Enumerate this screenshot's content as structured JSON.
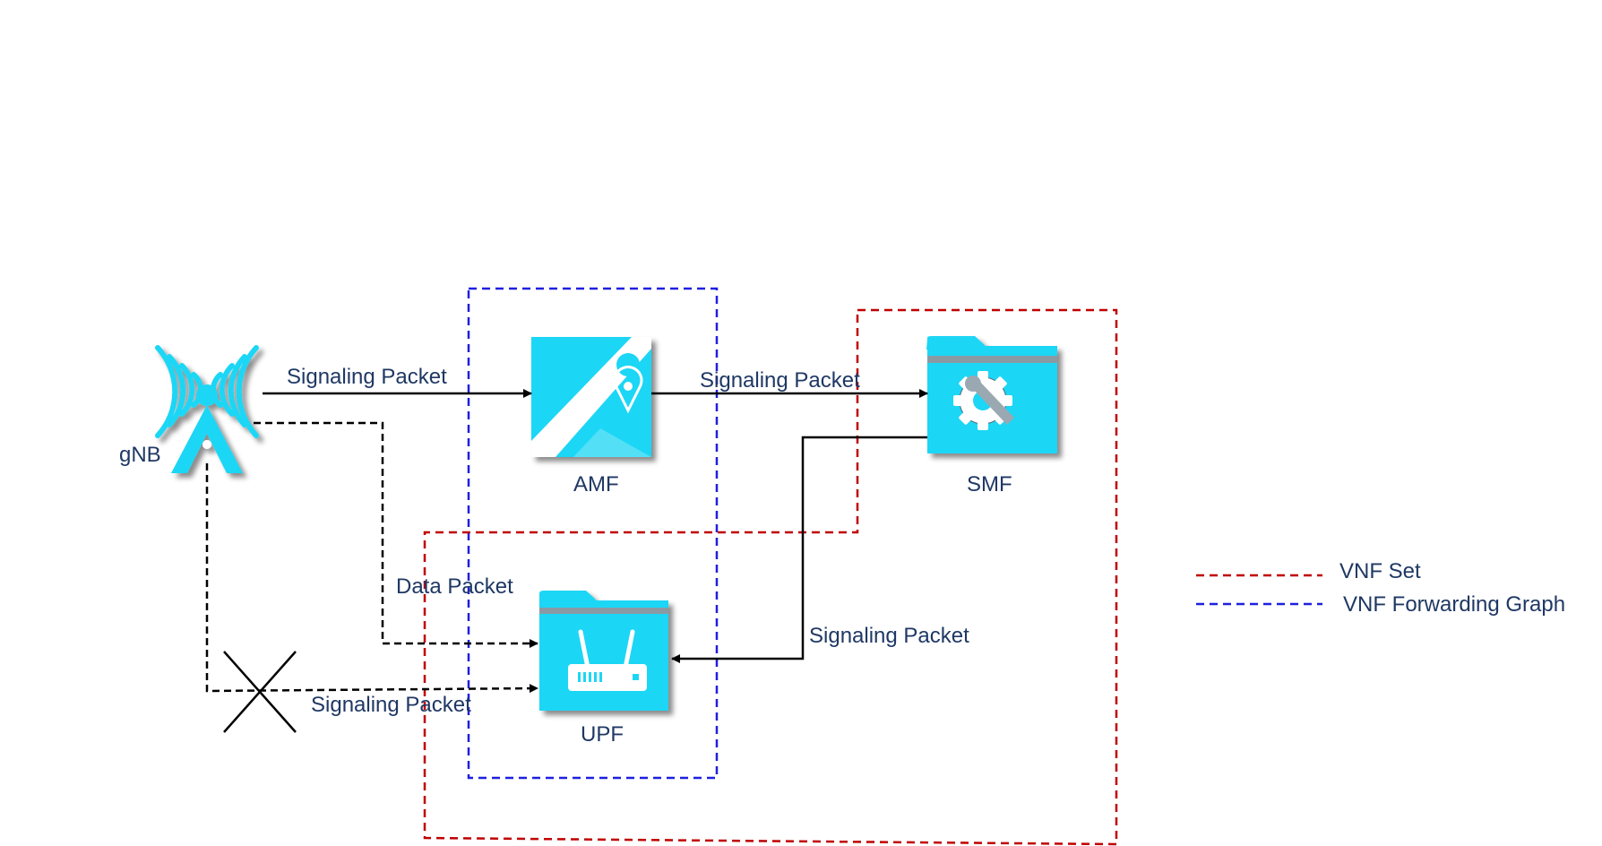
{
  "nodes": {
    "gnb": "gNB",
    "amf": "AMF",
    "smf": "SMF",
    "upf": "UPF"
  },
  "edges": {
    "gnb_to_amf": "Signaling Packet",
    "amf_to_smf": "Signaling Packet",
    "gnb_to_upf_data": "Data Packet",
    "smf_to_upf": "Signaling Packet",
    "gnb_to_upf_signaling_blocked": "Signaling Packet"
  },
  "legend": {
    "vnf_set": "VNF Set",
    "vnf_forwarding_graph": "VNF Forwarding Graph"
  },
  "colors": {
    "vnf_icon": "#1ad6f5",
    "label_text": "#1f3864",
    "vnf_set_border": "#c00000",
    "vnf_forwarding_graph_border": "#1f1fe0",
    "arrow": "#000000"
  },
  "icons": {
    "gnb": "cell-tower-icon",
    "amf": "map-pin-icon",
    "smf": "gear-wrench-folder-icon",
    "upf": "router-folder-icon"
  }
}
